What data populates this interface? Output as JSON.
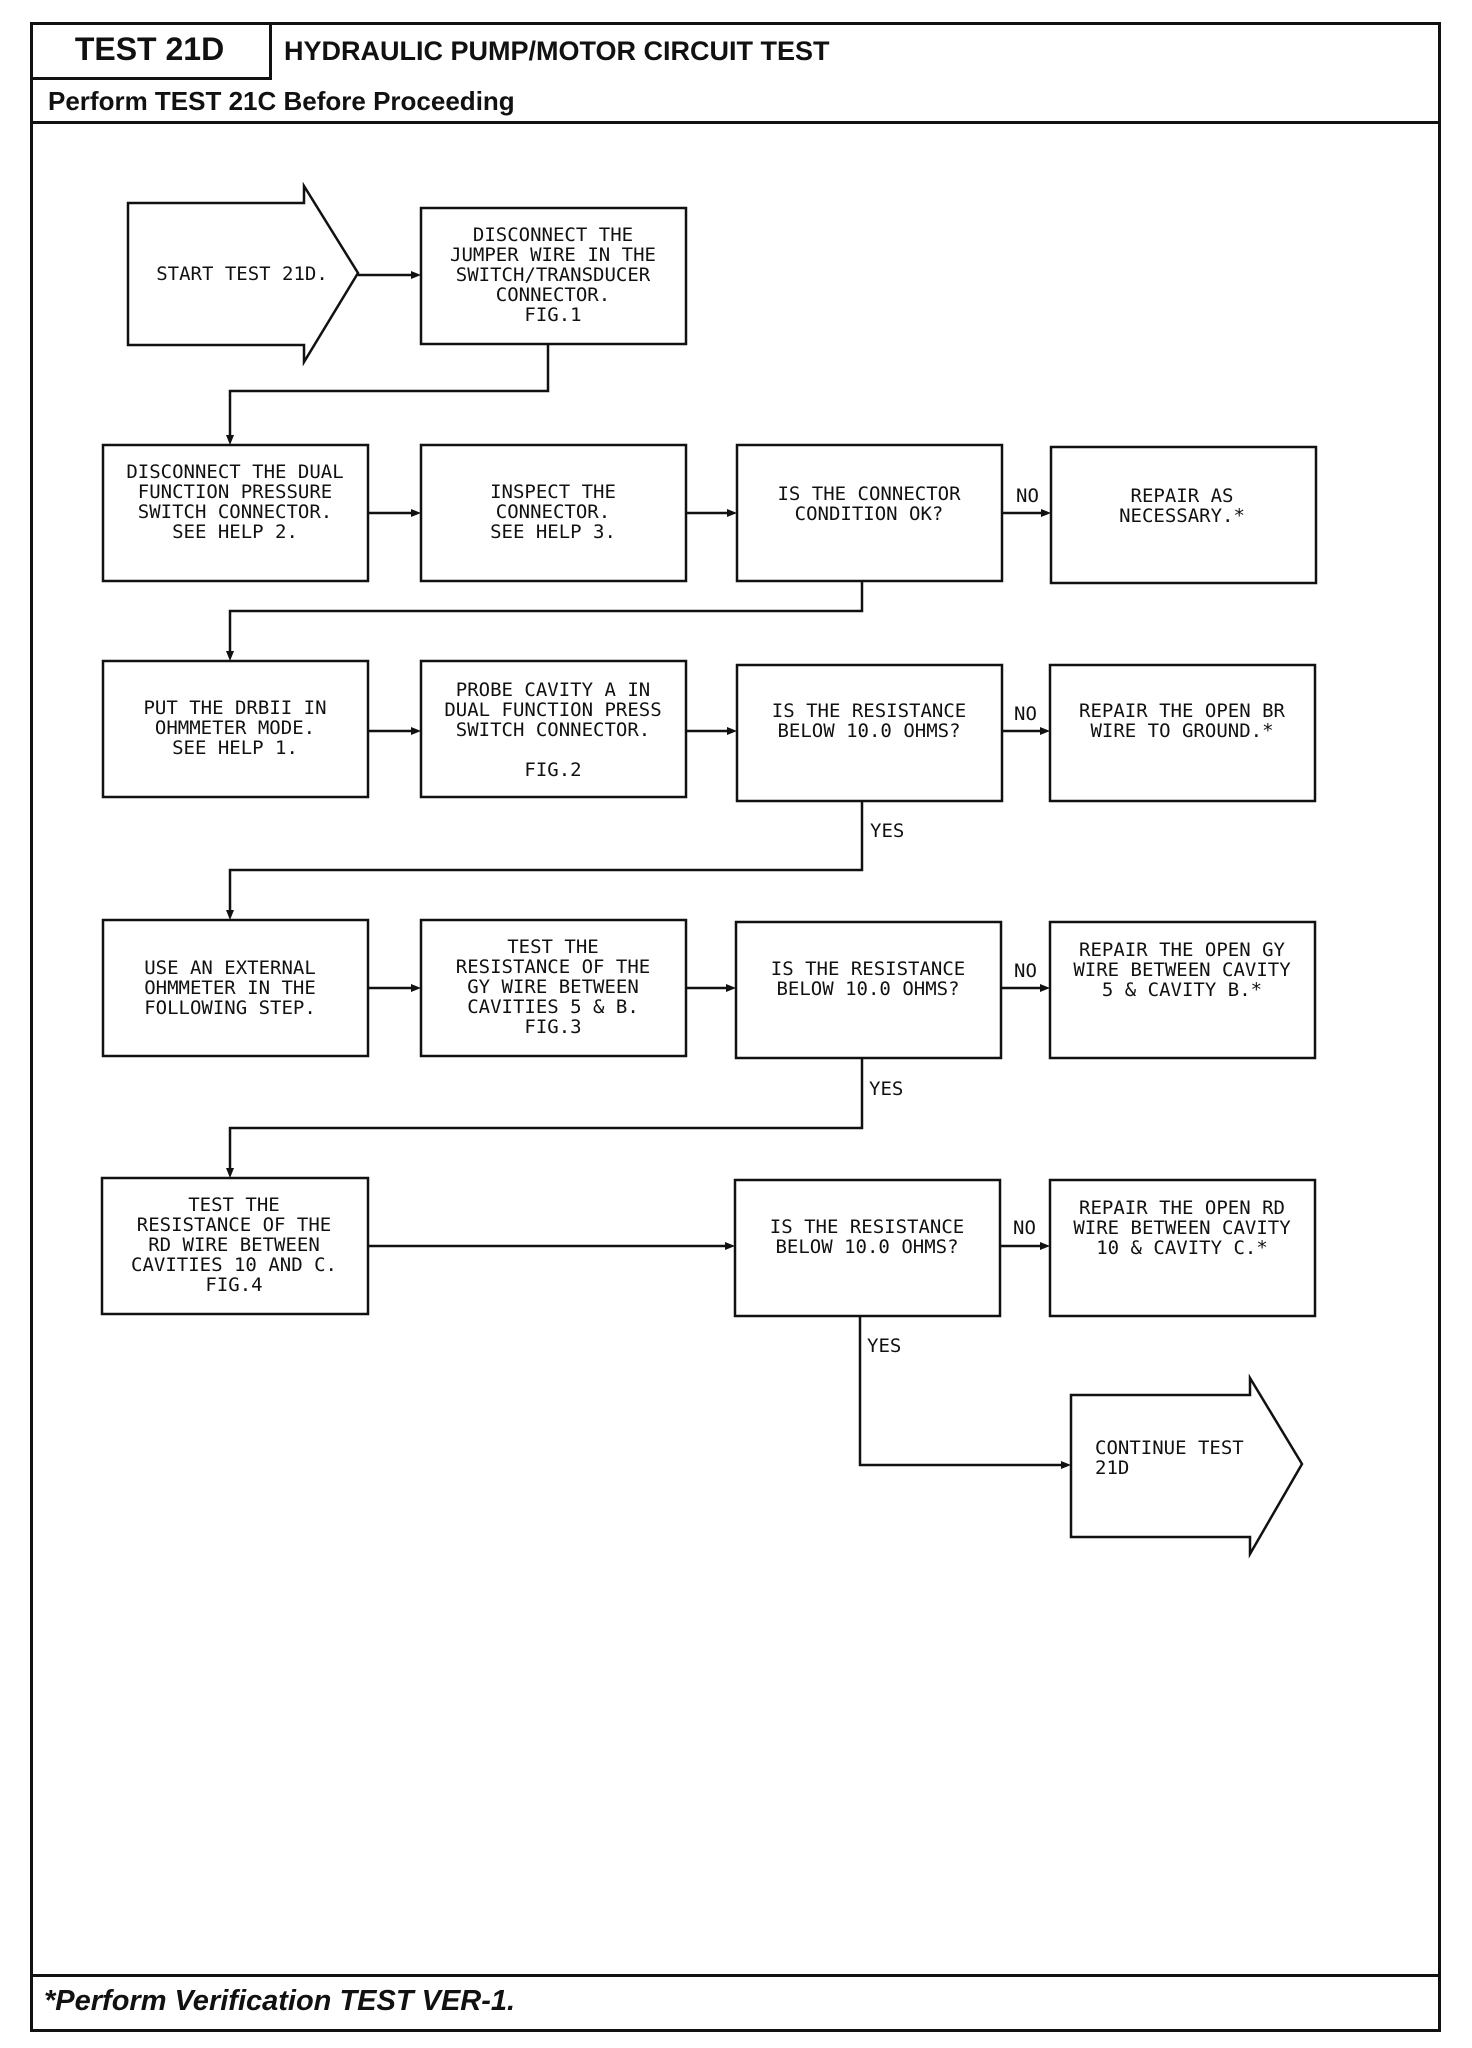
{
  "header": {
    "test_id": "TEST 21D",
    "title": "HYDRAULIC PUMP/MOTOR CIRCUIT TEST",
    "prerequisite": "Perform TEST 21C Before Proceeding"
  },
  "footer": {
    "note": "*Perform Verification TEST VER-1."
  },
  "flowchart": {
    "start": [
      "START TEST 21D."
    ],
    "step_disconnect_jumper": [
      "DISCONNECT THE",
      "JUMPER WIRE IN THE",
      "SWITCH/TRANSDUCER",
      "CONNECTOR.",
      "FIG.1"
    ],
    "step_disconnect_dual": [
      "DISCONNECT THE DUAL",
      "FUNCTION PRESSURE",
      "SWITCH CONNECTOR.",
      "SEE HELP 2."
    ],
    "step_inspect": [
      "INSPECT THE",
      "CONNECTOR.",
      "SEE HELP 3."
    ],
    "q_connector_ok": [
      "IS THE CONNECTOR",
      "CONDITION OK?"
    ],
    "repair_necessary": [
      "REPAIR AS",
      "NECESSARY.*"
    ],
    "step_put_drbii": [
      "PUT THE DRBII IN",
      "OHMMETER MODE.",
      "SEE HELP 1."
    ],
    "step_probe": [
      "PROBE CAVITY A IN",
      "DUAL FUNCTION PRESS",
      "SWITCH CONNECTOR.",
      "",
      "FIG.2"
    ],
    "q_resistance_1": [
      "IS THE RESISTANCE",
      "BELOW 10.0 OHMS?"
    ],
    "repair_br": [
      "REPAIR THE OPEN BR",
      "WIRE TO GROUND.*"
    ],
    "step_external": [
      "USE AN EXTERNAL",
      "OHMMETER IN THE",
      "FOLLOWING STEP."
    ],
    "step_test_gy": [
      "TEST THE",
      "RESISTANCE OF THE",
      "GY WIRE BETWEEN",
      "CAVITIES 5 & B.",
      "FIG.3"
    ],
    "q_resistance_2": [
      "IS THE RESISTANCE",
      "BELOW 10.0 OHMS?"
    ],
    "repair_gy": [
      "REPAIR THE OPEN GY",
      "WIRE BETWEEN CAVITY",
      "5 & CAVITY B.*"
    ],
    "step_test_rd": [
      "TEST THE",
      "RESISTANCE OF THE",
      "RD WIRE BETWEEN",
      "CAVITIES 10 AND C.",
      "FIG.4"
    ],
    "q_resistance_3": [
      "IS THE RESISTANCE",
      "BELOW 10.0 OHMS?"
    ],
    "repair_rd": [
      "REPAIR THE OPEN RD",
      "WIRE BETWEEN CAVITY",
      "10 & CAVITY C.*"
    ],
    "continue": [
      "CONTINUE TEST",
      "21D"
    ],
    "labels": {
      "no": "NO",
      "yes": "YES"
    }
  }
}
